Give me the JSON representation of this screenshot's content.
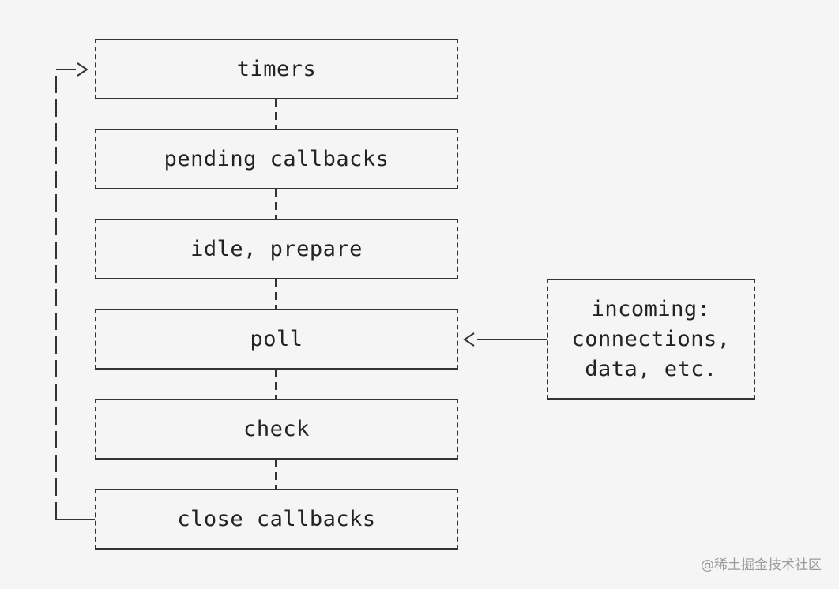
{
  "diagram": {
    "phases": [
      {
        "id": "timers",
        "label": "timers"
      },
      {
        "id": "pending-callbacks",
        "label": "pending callbacks"
      },
      {
        "id": "idle-prepare",
        "label": "idle, prepare"
      },
      {
        "id": "poll",
        "label": "poll"
      },
      {
        "id": "check",
        "label": "check"
      },
      {
        "id": "close-callbacks",
        "label": "close callbacks"
      }
    ],
    "incoming": {
      "lines": [
        "incoming:",
        "connections,",
        "data, etc."
      ]
    }
  },
  "watermark": "@稀土掘金技术社区",
  "colors": {
    "background": "#f5f5f5",
    "stroke": "#333333",
    "text": "#222222",
    "watermark": "#9a9a9a"
  }
}
